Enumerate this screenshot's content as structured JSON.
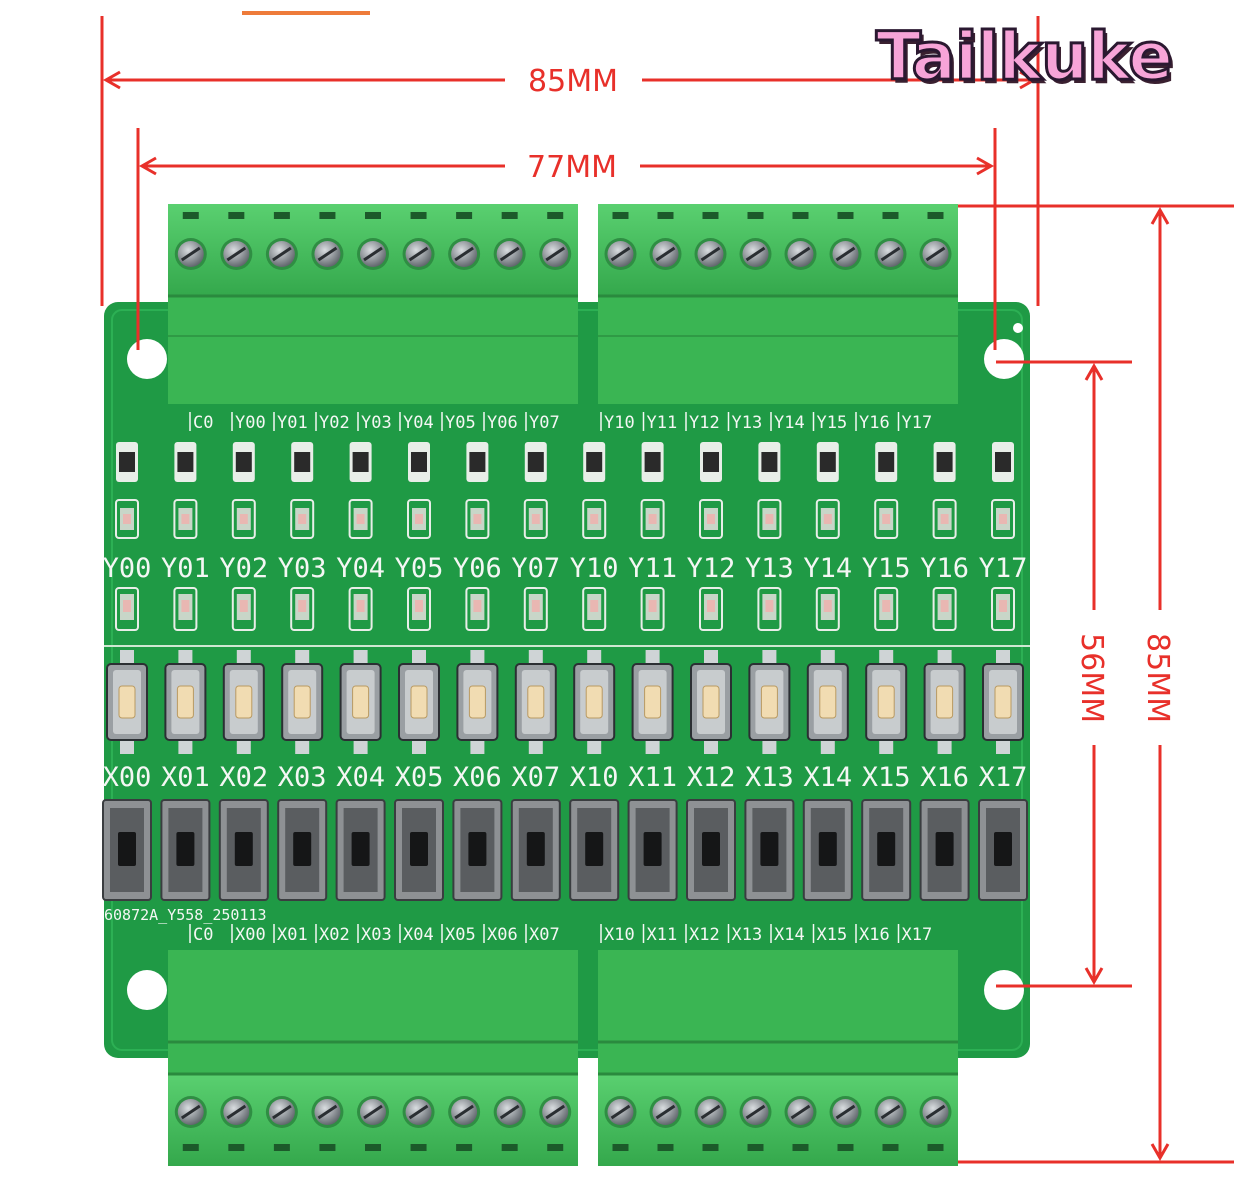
{
  "brand": "Tailkuke",
  "dimensions": {
    "board_width": "85MM",
    "hole_spacing_x": "77MM",
    "hole_spacing_y": "56MM",
    "board_height": "85MM"
  },
  "top_terminal_labels": [
    "C0",
    "Y00",
    "Y01",
    "Y02",
    "Y03",
    "Y04",
    "Y05",
    "Y06",
    "Y07",
    "Y10",
    "Y11",
    "Y12",
    "Y13",
    "Y14",
    "Y15",
    "Y16",
    "Y17"
  ],
  "output_labels": [
    "Y00",
    "Y01",
    "Y02",
    "Y03",
    "Y04",
    "Y05",
    "Y06",
    "Y07",
    "Y10",
    "Y11",
    "Y12",
    "Y13",
    "Y14",
    "Y15",
    "Y16",
    "Y17"
  ],
  "input_labels": [
    "X00",
    "X01",
    "X02",
    "X03",
    "X04",
    "X05",
    "X06",
    "X07",
    "X10",
    "X11",
    "X12",
    "X13",
    "X14",
    "X15",
    "X16",
    "X17"
  ],
  "part_number": "60872A_Y558_250113",
  "bottom_terminal_labels": [
    "C0",
    "X00",
    "X01",
    "X02",
    "X03",
    "X04",
    "X05",
    "X06",
    "X07",
    "X10",
    "X11",
    "X12",
    "X13",
    "X14",
    "X15",
    "X16",
    "X17"
  ],
  "colors": {
    "dimension_lines": "#e8302a",
    "pcb": "#1f9a45",
    "terminal_block": "#43c25c",
    "brand_text": "#f7a4d8"
  }
}
